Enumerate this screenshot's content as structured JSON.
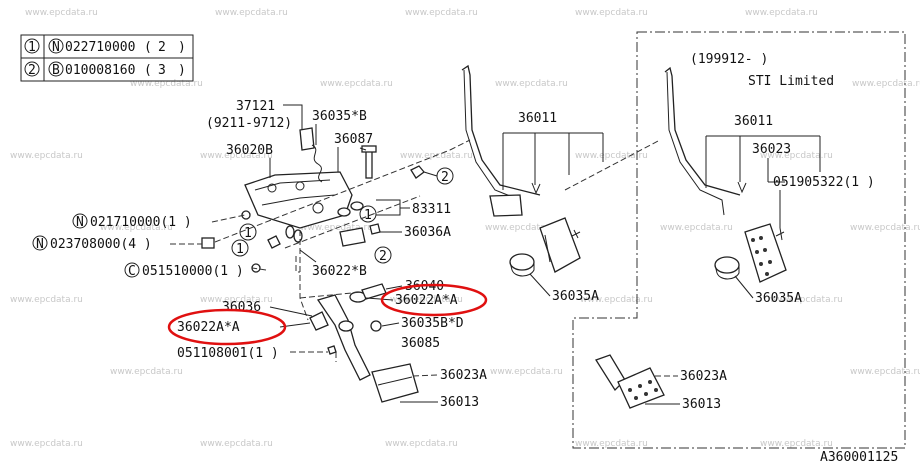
{
  "watermark": "www.epcdata.ru",
  "legend": {
    "rows": [
      {
        "num": "1",
        "code": "N",
        "part": "022710000",
        "qty": "2"
      },
      {
        "num": "2",
        "code": "B",
        "part": "010008160",
        "qty": "3"
      }
    ]
  },
  "variant": {
    "date_range": "(199912-        )",
    "name": "STI Limited"
  },
  "labels": {
    "p37121": "37121",
    "p9211": "(9211-9712)",
    "p36035B": "36035*B",
    "p36087": "36087",
    "p36020B": "36020B",
    "p83311": "83311",
    "pN021710000": "021710000(1 )",
    "pN023708000": "023708000(4 )",
    "pC051510000": "051510000(1 )",
    "p36036A": "36036A",
    "p36022B": "36022*B",
    "p36040": "36040",
    "p36022A_right": "36022A*A",
    "p36036": "36036",
    "p36022A_left": "36022A*A",
    "p36035BD": "36035B*D",
    "p36085": "36085",
    "p051108001": "051108001(1 )",
    "p36023A": "36023A",
    "p36013": "36013",
    "p36011": "36011",
    "p36035A": "36035A",
    "p36011_sti": "36011",
    "p36023_sti": "36023",
    "p051905322": "051905322(1 )",
    "p36035A_sti": "36035A",
    "p36023A_sti": "36023A",
    "p36013_sti": "36013",
    "callout1": "1",
    "callout2": "2",
    "code_N": "N",
    "code_C": "C",
    "figure_id": "A360001125"
  },
  "colors": {
    "highlight": "#e01010",
    "ink": "#222222",
    "watermark": "#c8c8c8"
  }
}
